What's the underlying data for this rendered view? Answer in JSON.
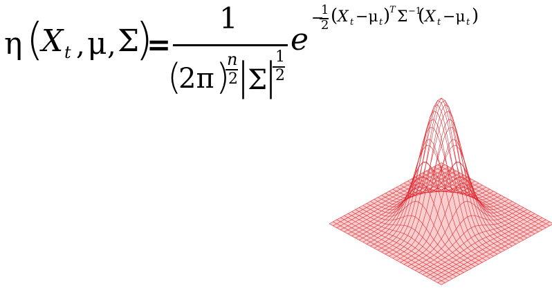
{
  "formula": {
    "eta": "η",
    "lparen": "(",
    "X": "X",
    "t_sub": "t",
    "comma1": ",",
    "mu": "μ",
    "comma2": ",",
    "Sigma": "Σ",
    "rparen": ")",
    "equals": "=",
    "numerator": "1",
    "denom_lparen": "(",
    "two_pi": "2π",
    "denom_rparen": ")",
    "n": "n",
    "two_a": "2",
    "bar_left": "|",
    "Sigma_det": "Σ",
    "bar_right": "|",
    "one_half_num": "1",
    "one_half_den": "2",
    "e": "e",
    "exp": {
      "minus": "−",
      "half_num": "1",
      "half_den": "2",
      "lparen1": "(",
      "X": "X",
      "t": "t",
      "minus_mu": "−μ",
      "t2": "t",
      "rparen1": ")",
      "T": "T",
      "Sigma_inv": "Σ",
      "inv": "−1",
      "lparen2": "(",
      "X2": "X",
      "t3": "t",
      "minus_mu2": "−μ",
      "t4": "t",
      "rparen2": ")"
    }
  },
  "colors": {
    "text": "#000000",
    "mesh_line": "#e0262e",
    "mesh_fill": "#f4a6a6",
    "background": "#ffffff"
  }
}
